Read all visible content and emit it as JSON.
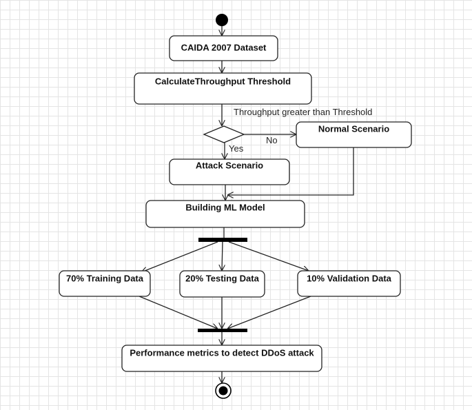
{
  "nodes": {
    "caida": "CAIDA 2007 Dataset",
    "calc": "CalculateThroughput Threshold",
    "normal": "Normal Scenario",
    "attack": "Attack Scenario",
    "ml": "Building ML Model",
    "train": "70% Training Data",
    "test": "20% Testing Data",
    "valid": "10% Validation Data",
    "perf": "Performance metrics to detect DDoS attack"
  },
  "edges": {
    "condition": "Throughput greater than Threshold",
    "no": "No",
    "yes": "Yes"
  }
}
